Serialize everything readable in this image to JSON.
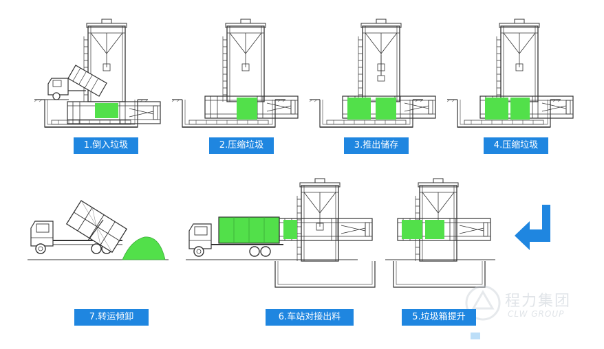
{
  "steps": [
    {
      "label": "1.倒入垃圾"
    },
    {
      "label": "2.压缩垃圾"
    },
    {
      "label": "3.推出储存"
    },
    {
      "label": "4.压缩垃圾"
    },
    {
      "label": "7.转运倾卸"
    },
    {
      "label": "6.车站对接出料"
    },
    {
      "label": "5.垃圾箱提升"
    }
  ],
  "watermark": {
    "title": "程力集团",
    "subtitle": "CLW GROUP"
  },
  "colors": {
    "accent": "#1f86e0",
    "green": "#52e04a",
    "line": "#333333"
  },
  "icons": {
    "flow_arrow": "arrow-left-down-icon"
  }
}
